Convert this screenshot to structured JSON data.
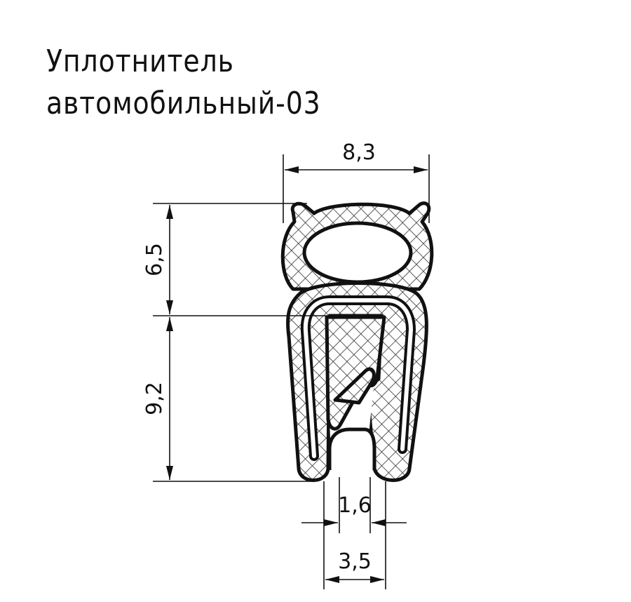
{
  "title": {
    "line1": "Уплотнитель",
    "line2": "автомобильный-03"
  },
  "dimensions": {
    "width_top": "8,3",
    "height_upper": "6,5",
    "height_lower": "9,2",
    "gap_inner": "1,6",
    "width_bottom": "3,5"
  },
  "colors": {
    "stroke": "#111111",
    "hatch": "#333333",
    "background": "#ffffff"
  }
}
